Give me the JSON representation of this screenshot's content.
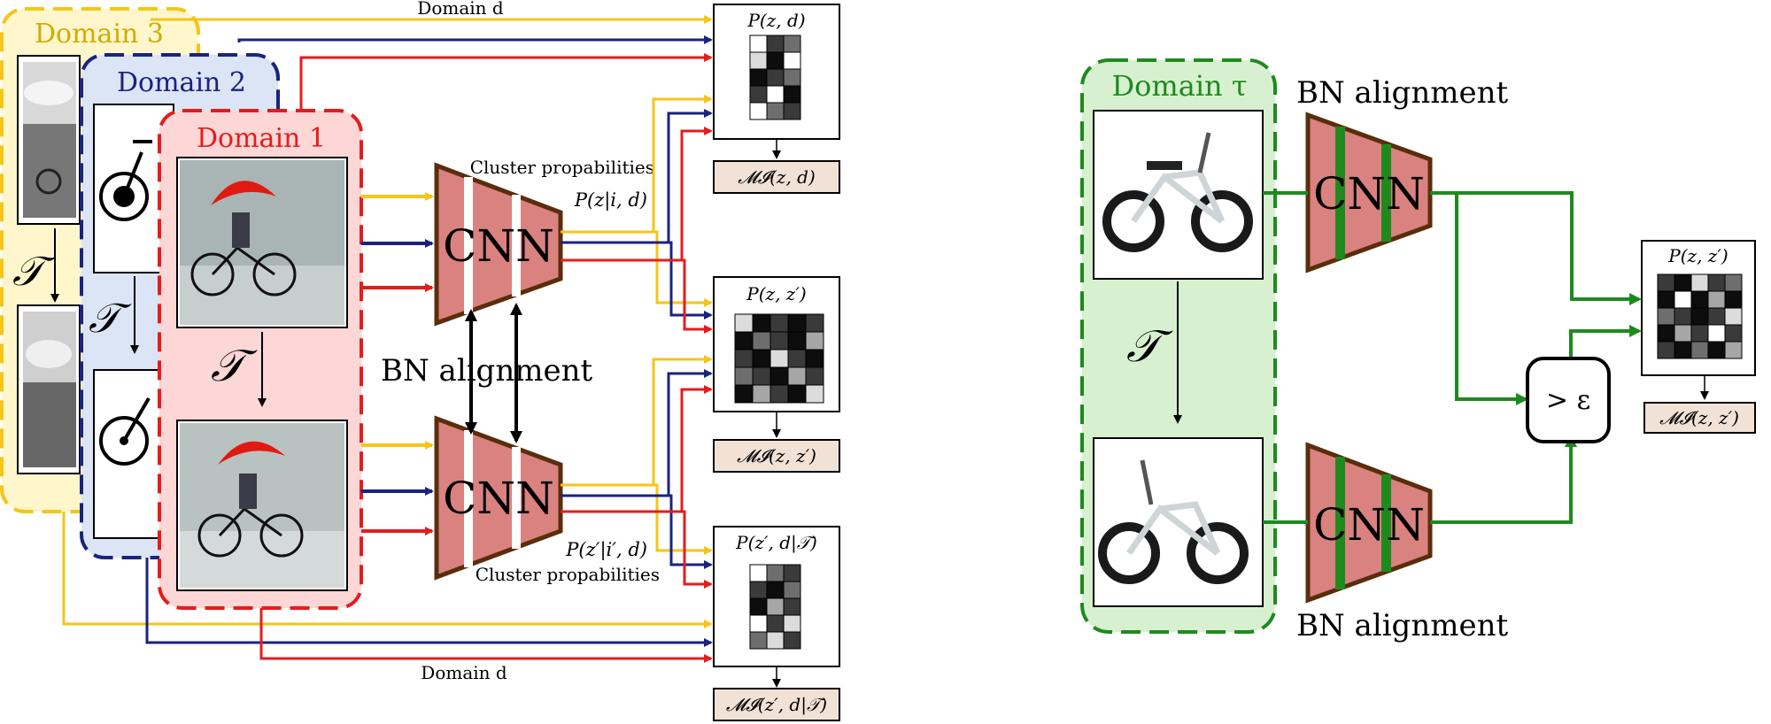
{
  "left": {
    "domains": [
      {
        "label": "Domain 3",
        "color": "#d4aa00"
      },
      {
        "label": "Domain 2",
        "color": "#1a237e"
      },
      {
        "label": "Domain 1",
        "color": "#e00000"
      }
    ],
    "transform_symbol": "𝒯",
    "cnn_label": "CNN",
    "bn_alignment": "BN alignment",
    "cluster_top": "Cluster propabilities",
    "cluster_top_formula": "P(z|i, d)",
    "cluster_bottom": "Cluster propabilities",
    "cluster_bottom_formula": "P(z′|i′, d)",
    "domain_d_top": "Domain d",
    "domain_d_bottom": "Domain d",
    "matrices": [
      {
        "title": "P(z, d)",
        "mi": "𝓜𝓘(z, d)"
      },
      {
        "title": "P(z, z′)",
        "mi": "𝓜𝓘(z, z′)"
      },
      {
        "title": "P(z′, d|𝒯)",
        "mi": "𝓜𝓘(z′, d|𝒯)"
      }
    ]
  },
  "right": {
    "domain_label": "Domain τ",
    "transform_symbol": "𝒯",
    "cnn_label": "CNN",
    "bn_top": "BN alignment",
    "bn_bottom": "BN alignment",
    "threshold": "> ε",
    "matrix_title": "P(z, z′)",
    "mi": "𝓜𝓘(z, z′)"
  },
  "colors": {
    "domain3": "#f5c518",
    "domain2": "#1a237e",
    "domain1": "#e51c1c",
    "green": "#1e8a1e",
    "cnn_fill": "#d9827f",
    "cnn_stroke": "#5a2d0c",
    "mi_fill": "#f2e2d6"
  }
}
